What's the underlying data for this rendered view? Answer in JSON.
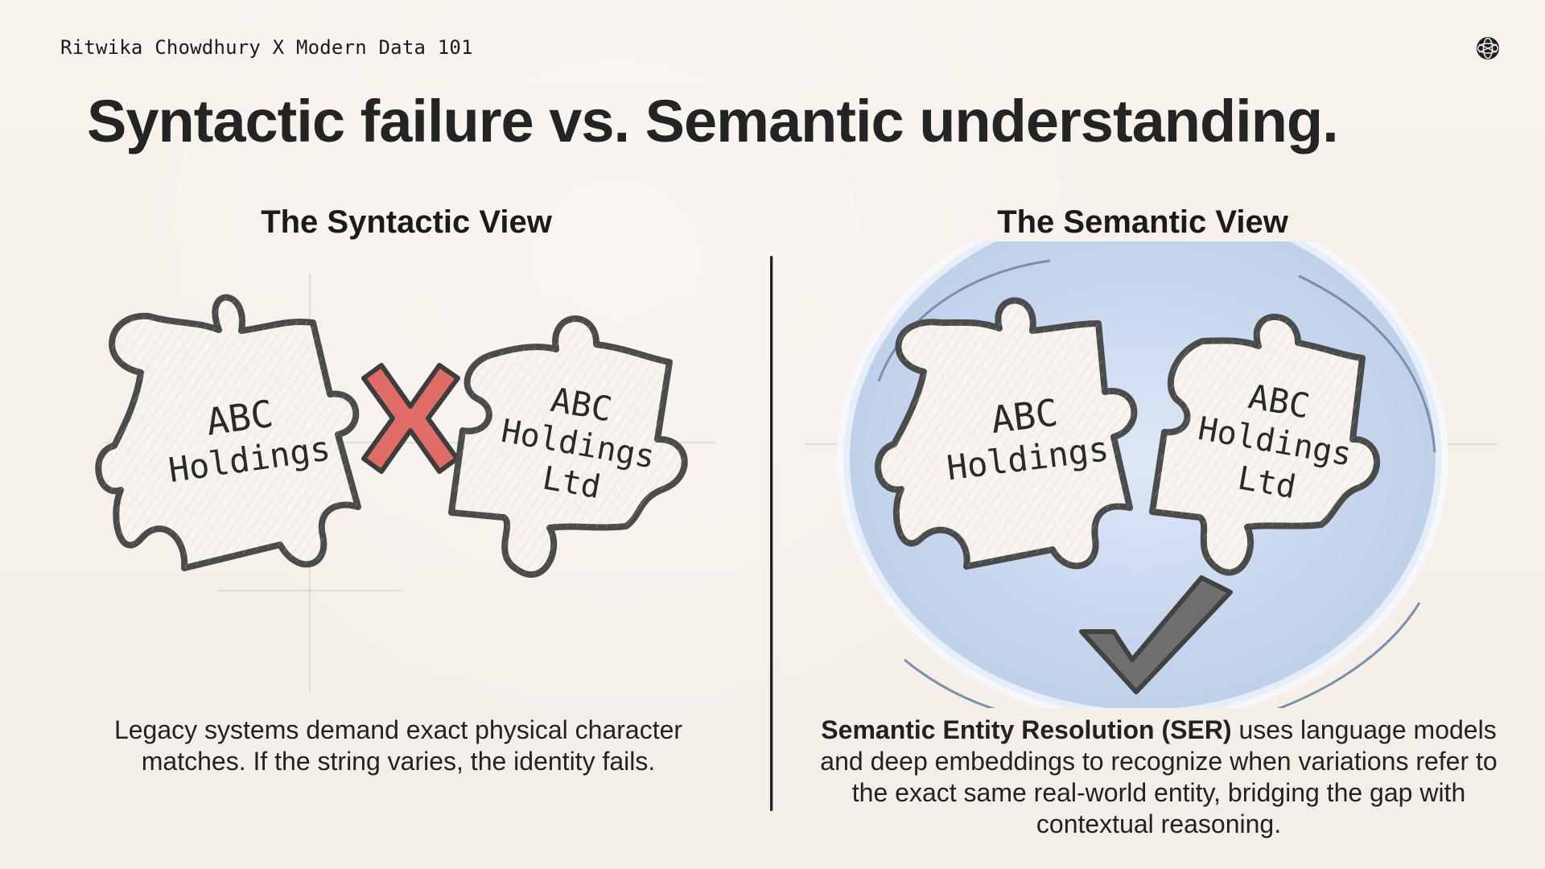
{
  "slide": {
    "attribution": "Ritwika Chowdhury X Modern Data 101",
    "title": "Syntactic failure vs. Semantic understanding.",
    "logo": "globe-icon"
  },
  "left_panel": {
    "heading": "The Syntactic View",
    "piece_a": {
      "line1": "ABC",
      "line2": "Holdings"
    },
    "piece_b": {
      "line1": "ABC",
      "line2": "Holdings",
      "line3": "Ltd"
    },
    "status_icon": "cross-icon",
    "caption": "Legacy systems demand exact physical character matches. If the string varies, the identity fails."
  },
  "right_panel": {
    "heading": "The Semantic View",
    "piece_a": {
      "line1": "ABC",
      "line2": "Holdings"
    },
    "piece_b": {
      "line1": "ABC",
      "line2": "Holdings",
      "line3": "Ltd"
    },
    "status_icon": "checkmark-icon",
    "caption_bold": "Semantic Entity Resolution (SER)",
    "caption_rest": " uses language models and deep embeddings to recognize when variations refer to the exact same real-world entity, bridging the gap with contextual reasoning."
  },
  "colors": {
    "background": "#f5f0ea",
    "text": "#262626",
    "cross": "#df6c66",
    "semantic_circle": "#c7d6ee",
    "checkmark": "#6f6f6f"
  }
}
